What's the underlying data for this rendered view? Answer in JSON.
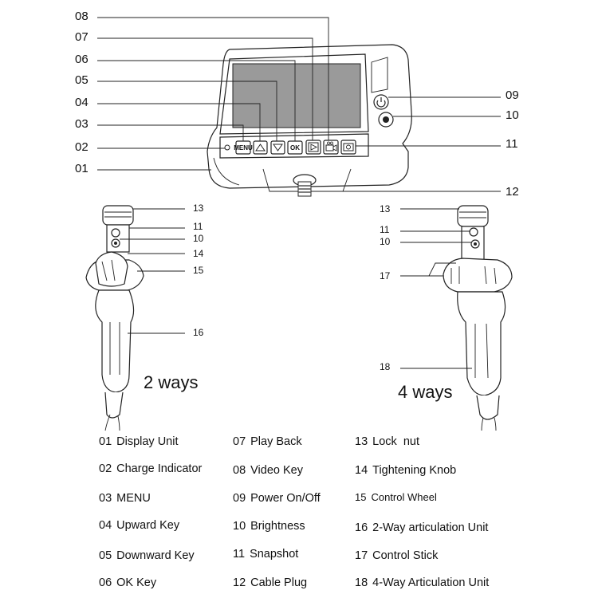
{
  "callouts": {
    "c08": "08",
    "c07": "07",
    "c06": "06",
    "c05": "05",
    "c04": "04",
    "c03": "03",
    "c02": "02",
    "c01": "01",
    "c09": "09",
    "c10": "10",
    "c11": "11",
    "c12": "12"
  },
  "keys": {
    "menu": "MENU",
    "ok": "OK"
  },
  "left_handle": {
    "c13": "13",
    "c11": "11",
    "c10": "10",
    "c14": "14",
    "c15": "15",
    "c16": "16",
    "mode": "2 ways"
  },
  "right_handle": {
    "c13": "13",
    "c11": "11",
    "c10": "10",
    "c17": "17",
    "c18": "18",
    "mode": "4 ways"
  },
  "legend": [
    {
      "num": "01",
      "label": "Display Unit"
    },
    {
      "num": "02",
      "label": "Charge Indicator"
    },
    {
      "num": "03",
      "label": "MENU"
    },
    {
      "num": "04",
      "label": "Upward Key"
    },
    {
      "num": "05",
      "label": "Downward Key"
    },
    {
      "num": "06",
      "label": "OK Key"
    },
    {
      "num": "07",
      "label": "Play Back"
    },
    {
      "num": "08",
      "label": "Video Key"
    },
    {
      "num": "09",
      "label": "Power On/Off"
    },
    {
      "num": "10",
      "label": "Brightness"
    },
    {
      "num": "11",
      "label": "Snapshot"
    },
    {
      "num": "12",
      "label": "Cable Plug"
    },
    {
      "num": "13",
      "label": "Lock  nut"
    },
    {
      "num": "14",
      "label": "Tightening Knob"
    },
    {
      "num": "15",
      "label": "Control Wheel"
    },
    {
      "num": "16",
      "label": "2-Way articulation Unit"
    },
    {
      "num": "17",
      "label": "Control Stick"
    },
    {
      "num": "18",
      "label": "4-Way Articulation Unit"
    }
  ]
}
